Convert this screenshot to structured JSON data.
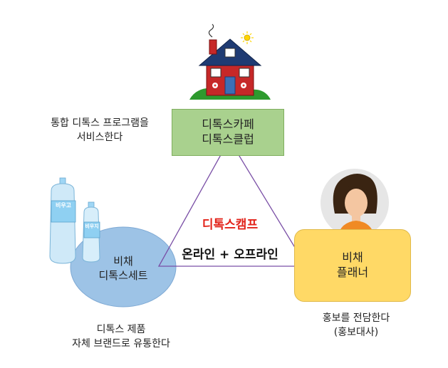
{
  "caption_top_left": {
    "line1": "통합 디톡스 프로그램을",
    "line2": "서비스한다"
  },
  "cafe_box": {
    "line1": "디톡스카페",
    "line2": "디톡스클럽"
  },
  "center": {
    "title": "디톡스캠프",
    "subtitle": "온라인 + 오프라인"
  },
  "detox_set": {
    "line1": "비채",
    "line2": "디톡스세트"
  },
  "planner": {
    "line1": "비채",
    "line2": "플래너"
  },
  "caption_bottom_left": {
    "line1": "디톡스 제품",
    "line2": "자체 브랜드로 유통한다"
  },
  "caption_bottom_right": {
    "line1": "홍보를 전담한다",
    "line2": "(홍보대사)"
  },
  "bottle_labels": {
    "large": "비우고",
    "small": "비우지"
  },
  "colors": {
    "cafe_box": "#a9d18e",
    "detox_set_ellipse": "#9dc3e6",
    "planner_box": "#ffd966",
    "triangle": "#7a4fa6",
    "center_title": "#e2231a"
  },
  "icons": {
    "house": "house-icon",
    "bottles": "water-bottle-icon",
    "avatar": "person-avatar-icon"
  }
}
